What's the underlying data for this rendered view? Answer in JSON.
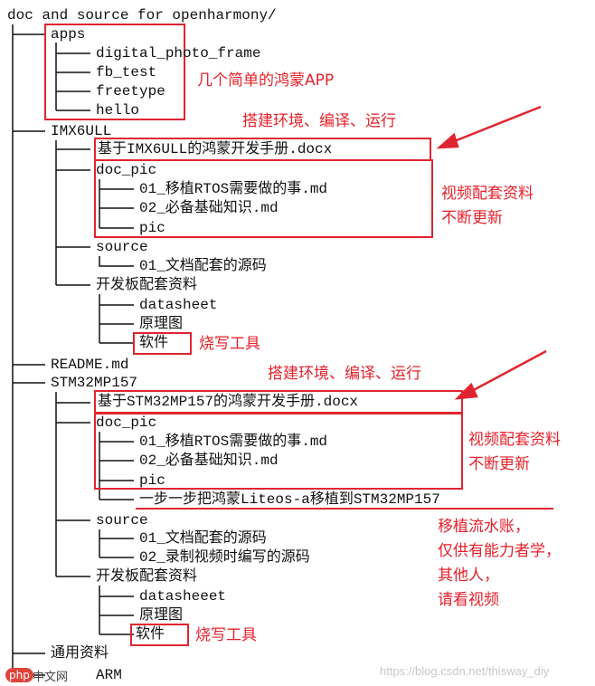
{
  "root": "doc and source for openharmony/",
  "apps": {
    "label": "apps",
    "items": [
      "digital_photo_frame",
      "fb_test",
      "freetype",
      "hello"
    ],
    "note": "几个简单的鸿蒙APP"
  },
  "imx": {
    "label": "IMX6ULL",
    "note_env": "搭建环境、编译、运行",
    "docx": "基于IMX6ULL的鸿蒙开发手册.docx",
    "doc_pic": {
      "label": "doc_pic",
      "items": [
        "01_移植RTOS需要做的事.md",
        "02_必备基础知识.md",
        "pic"
      ],
      "note": [
        "视频配套资料",
        "不断更新"
      ]
    },
    "source": {
      "label": "source",
      "items": [
        "01_文档配套的源码"
      ]
    },
    "board": {
      "label": "开发板配套资料",
      "items": [
        "datasheet",
        "原理图",
        "软件"
      ],
      "note": "烧写工具"
    }
  },
  "readme": "README.md",
  "stm": {
    "label": "STM32MP157",
    "note_env": "搭建环境、编译、运行",
    "docx": "基于STM32MP157的鸿蒙开发手册.docx",
    "doc_pic": {
      "label": "doc_pic",
      "items": [
        "01_移植RTOS需要做的事.md",
        "02_必备基础知识.md",
        "pic",
        "一步一步把鸿蒙Liteos-a移植到STM32MP157"
      ],
      "note": [
        "视频配套资料",
        "不断更新"
      ],
      "note2": [
        "移植流水账，",
        "仅供有能力者学，",
        "其他人，",
        "请看视频"
      ]
    },
    "source": {
      "label": "source",
      "items": [
        "01_文档配套的源码",
        "02_录制视频时编写的源码"
      ]
    },
    "board": {
      "label": "开发板配套资料",
      "items": [
        "datasheeet",
        "原理图",
        "软件"
      ],
      "note": "烧写工具"
    }
  },
  "general": "通用资料",
  "arm": "ARM",
  "watermark": "https://blog.csdn.net/thisway_diy",
  "logo": "php",
  "logo_text": "中文网",
  "colors": {
    "annotation": "#e8202a",
    "tree": "#111111"
  }
}
